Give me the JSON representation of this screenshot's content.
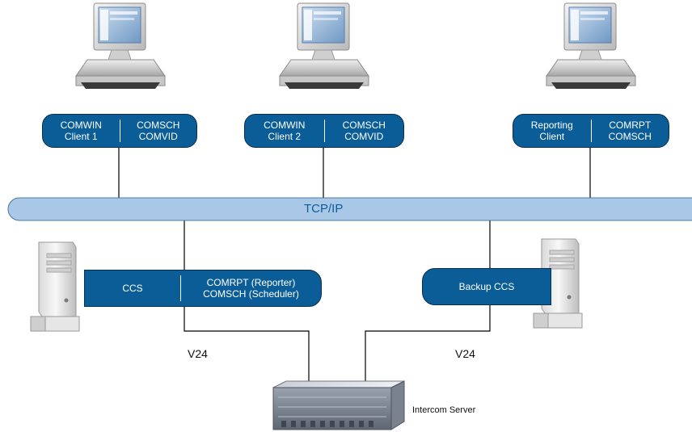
{
  "clients": [
    {
      "left": "COMWIN",
      "left2": "Client 1",
      "right": "COMSCH",
      "right2": "COMVID"
    },
    {
      "left": "COMWIN",
      "left2": "Client 2",
      "right": "COMSCH",
      "right2": "COMVID"
    },
    {
      "left": "Reporting",
      "left2": "Client",
      "right": "COMRPT",
      "right2": "COMSCH"
    }
  ],
  "network": {
    "label": "TCP/IP"
  },
  "ccs": {
    "name": "CCS",
    "line1": "COMRPT (Reporter)",
    "line2": "COMSCH (Scheduler)"
  },
  "backup": {
    "name": "Backup CCS"
  },
  "links": {
    "left": "V24",
    "right": "V24"
  },
  "intercom": {
    "label": "Intercom Server"
  },
  "colors": {
    "pill": "#0a5d96",
    "pill_border": "#0b2f4f",
    "bus": "#a9c8e8",
    "bus_text": "#0b5d9a"
  },
  "icons": [
    "computer-workstation-icon",
    "tower-server-icon",
    "rack-server-icon"
  ]
}
